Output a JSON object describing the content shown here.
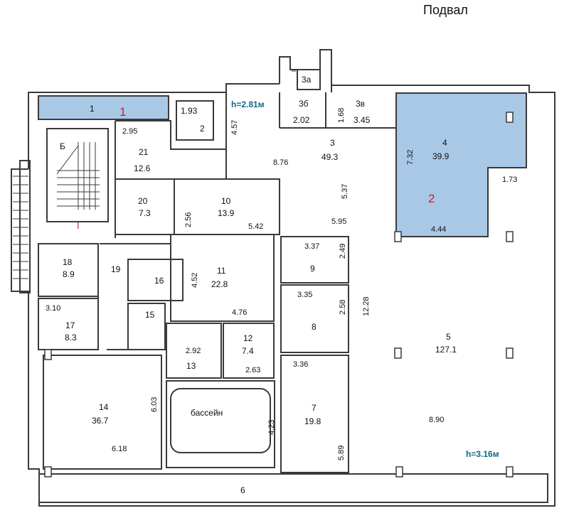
{
  "title": "Подвал",
  "heights": {
    "top": "h=2.81м",
    "bottom": "h=3.16м"
  },
  "markers": {
    "zone1": "1",
    "zone2": "2"
  },
  "rooms": {
    "r1": "1",
    "r2_num": "2",
    "r2_dim": "1.93",
    "r3a": "3а",
    "r3b": "3б",
    "r3b_dim": "2.02",
    "r3v": "3в",
    "r3v_dim": "3.45",
    "r3_num": "3",
    "r3_area": "49.3",
    "r4_num": "4",
    "r4_area": "39.9",
    "r5_num": "5",
    "r5_area": "127.1",
    "r6": "6",
    "r7_num": "7",
    "r7_area": "19.8",
    "r8": "8",
    "r9": "9",
    "r10_num": "10",
    "r10_area": "13.9",
    "r11_num": "11",
    "r11_area": "22.8",
    "r12_num": "12",
    "r12_area": "7.4",
    "r13": "13",
    "r14_num": "14",
    "r14_area": "36.7",
    "r15": "15",
    "r16": "16",
    "r17_num": "17",
    "r17_area": "8.3",
    "r18_num": "18",
    "r18_area": "8.9",
    "r19": "19",
    "r20_num": "20",
    "r20_area": "7.3",
    "r21_num": "21",
    "r21_area": "12.6",
    "rB": "Б",
    "rI": "I",
    "pool": "бассейн"
  },
  "dimensions": {
    "d_295": "2.95",
    "d_457": "4.57",
    "d_168": "1.68",
    "d_876": "8.76",
    "d_537": "5.37",
    "d_732": "7.32",
    "d_173": "1.73",
    "d_444": "4.44",
    "d_595": "5.95",
    "d_256": "2.56",
    "d_542": "5.42",
    "d_337": "3.37",
    "d_249": "2.49",
    "d_452": "4.52",
    "d_335": "3.35",
    "d_258": "2.58",
    "d_1228": "12.28",
    "d_310": "3.10",
    "d_476": "4.76",
    "d_292": "2.92",
    "d_263": "2.63",
    "d_336": "3.36",
    "d_603": "6.03",
    "d_423": "4.23",
    "d_618": "6.18",
    "d_589": "5.89",
    "d_890": "8.90"
  },
  "colors": {
    "highlight": "#a9c8e6",
    "wall": "#3a3a3a",
    "marker": "#d0202a",
    "height_text": "#0b6a8a"
  }
}
